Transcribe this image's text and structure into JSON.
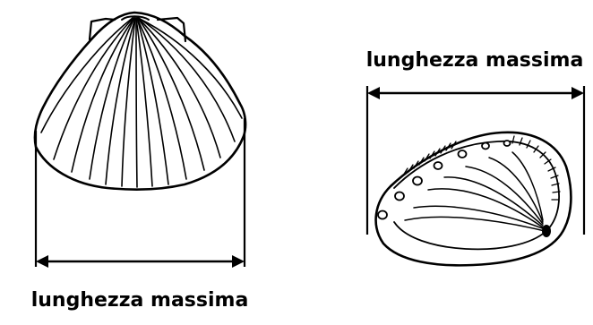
{
  "figure": {
    "left_specimen": {
      "name": "scallop-shell",
      "measurement_label": "lunghezza massima"
    },
    "right_specimen": {
      "name": "abalone-shell",
      "measurement_label": "lunghezza massima"
    }
  },
  "colors": {
    "ink": "#000000",
    "background": "#ffffff"
  }
}
